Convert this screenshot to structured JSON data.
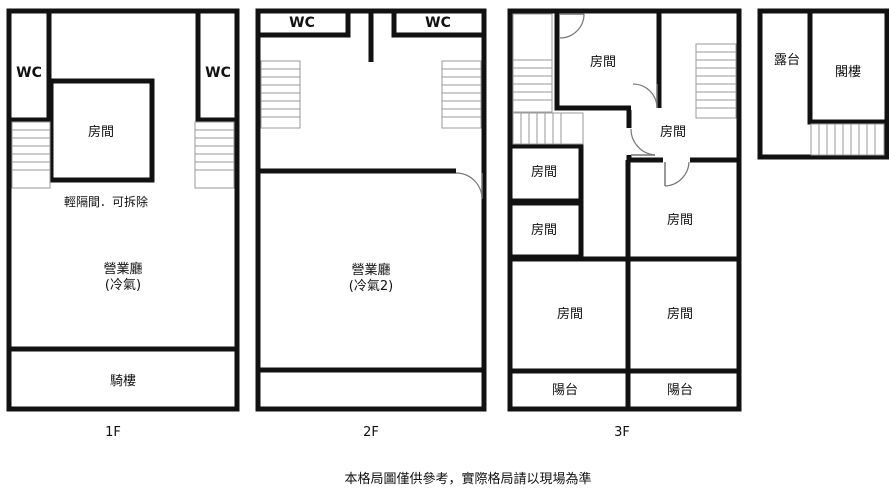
{
  "floors": {
    "f1": {
      "label": "1F",
      "rooms": {
        "wc_left": "WC",
        "wc_right": "WC",
        "room": "房間",
        "partition_note": "輕隔間．可拆除",
        "hall": "營業廳\n(冷氣)",
        "arcade": "騎樓"
      }
    },
    "f2": {
      "label": "2F",
      "rooms": {
        "wc_left": "WC",
        "wc_right": "WC",
        "hall": "營業廳\n(冷氣2)"
      }
    },
    "f3": {
      "label": "3F",
      "rooms": {
        "room_top": "房間",
        "room_right_upper": "房間",
        "room_small_1": "房間",
        "room_small_2": "房間",
        "room_mid_right": "房間",
        "room_bottom_left": "房間",
        "room_bottom_right": "房間",
        "balcony_left": "陽台",
        "balcony_right": "陽台"
      }
    },
    "roof": {
      "rooms": {
        "terrace": "露台",
        "loft": "閣樓"
      }
    }
  },
  "footer_note": "本格局圖僅供參考，實際格局請以現場為準",
  "colors": {
    "wall": "#111111",
    "stair": "#9a9a9a",
    "background": "#ffffff"
  }
}
